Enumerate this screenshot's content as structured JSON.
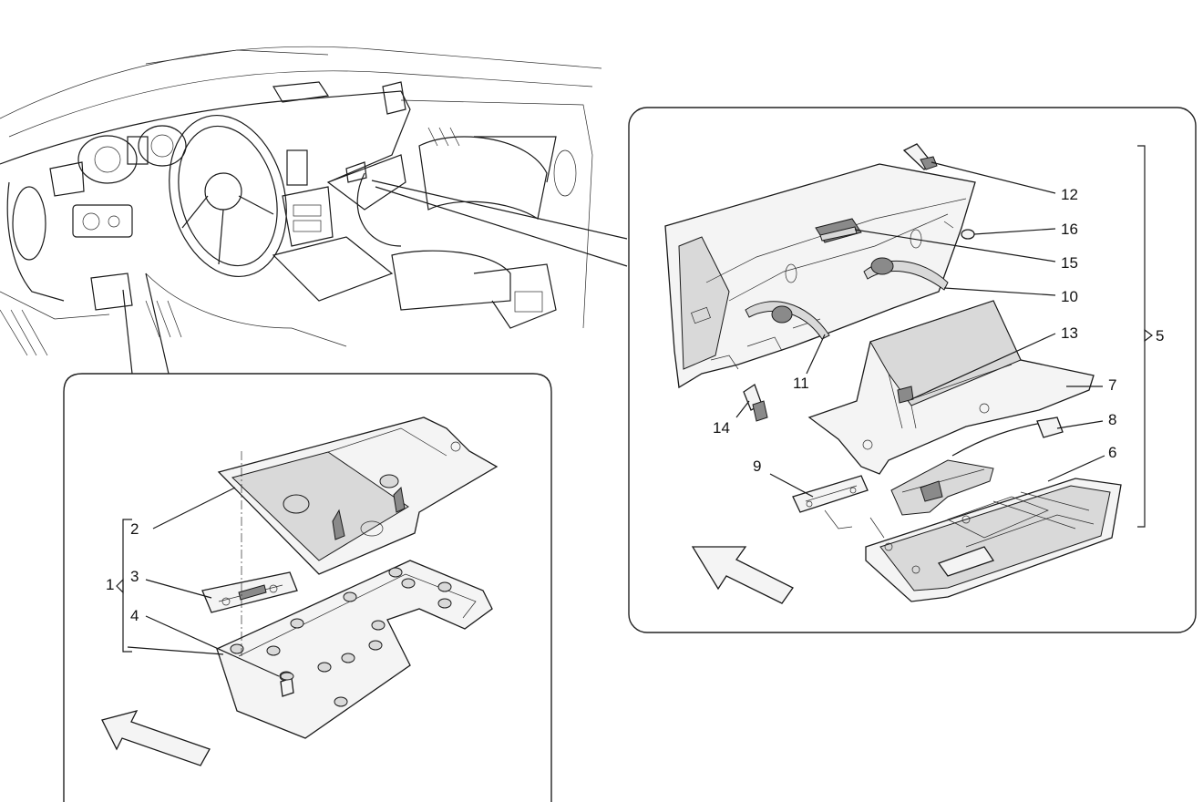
{
  "callouts": {
    "c1": "1",
    "c2": "2",
    "c3": "3",
    "c4": "4",
    "c5": "5",
    "c6": "6",
    "c7": "7",
    "c8": "8",
    "c9": "9",
    "c10": "10",
    "c11": "11",
    "c12": "12",
    "c13": "13",
    "c14": "14",
    "c15": "15",
    "c16": "16"
  },
  "colors": {
    "line": "#1a1a1a",
    "part_fill": "#f4f4f4",
    "shade_fill": "#d9d9d9"
  }
}
